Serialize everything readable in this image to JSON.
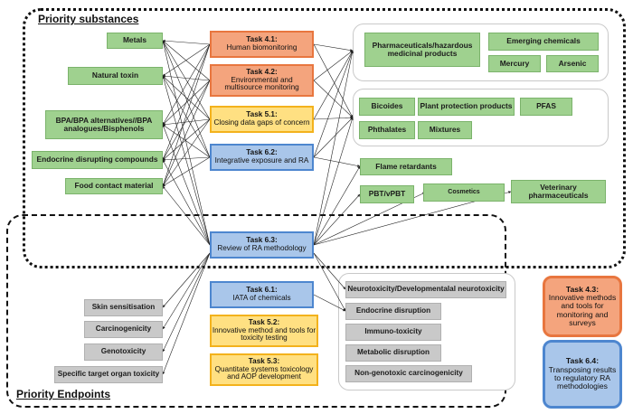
{
  "sections": {
    "substances_title": "Priority substances",
    "endpoints_title": "Priority Endpoints"
  },
  "substances_left": [
    "Metals",
    "Natural toxin",
    "BPA/BPA alternatives//BPA analogues/Bisphenols",
    "Endocrine disrupting compounds",
    "Food contact material"
  ],
  "substances_right": [
    "Pharmaceuticals/hazardous medicinal products",
    "Emerging chemicals",
    "Mercury",
    "Arsenic",
    "Bicoides",
    "Plant protection products",
    "PFAS",
    "Phthalates",
    "Mixtures",
    "Flame retardants",
    "PBT/vPBT",
    "Cosmetics",
    "Veterinary pharmaceuticals"
  ],
  "endpoints_left": [
    "Skin sensitisation",
    "Carcinogenicity",
    "Genotoxicity",
    "Specific target organ toxicity"
  ],
  "endpoints_right": [
    "Neurotoxicity/Developmentalal neurotoxicity",
    "Endocrine disruption",
    "Immuno-toxicity",
    "Metabolic disruption",
    "Non-genotoxic carcinogenicity"
  ],
  "tasks": [
    {
      "name": "Task 4.1:",
      "desc": "Human biomonitoring",
      "color": "#f4a47d"
    },
    {
      "name": "Task 4.2:",
      "desc": "Environmental and multisource monitoring",
      "color": "#f4a47d"
    },
    {
      "name": "Task 5.1:",
      "desc": "Closing data gaps of concern",
      "color": "#ffe082"
    },
    {
      "name": "Task 6.2:",
      "desc": "Integrative exposure and RA",
      "color": "#a9c6ea"
    },
    {
      "name": "Task 6.3:",
      "desc": "Review of RA methodology",
      "color": "#a9c6ea"
    },
    {
      "name": "Task 6.1:",
      "desc": "IATA of chemicals",
      "color": "#a9c6ea"
    },
    {
      "name": "Task 5.2:",
      "desc": "Innovative method and tools for toxicity testing",
      "color": "#ffe082"
    },
    {
      "name": "Task 5.3:",
      "desc": "Quantitate systems toxicology and AOP development",
      "color": "#ffe082"
    },
    {
      "name": "Task 4.3:",
      "desc": "Innovative methods and tools for monitoring and surveys",
      "color": "#f4a47d"
    },
    {
      "name": "Task 6.4:",
      "desc": "Transposing results to regulatory RA methodologies",
      "color": "#a9c6ea"
    }
  ]
}
